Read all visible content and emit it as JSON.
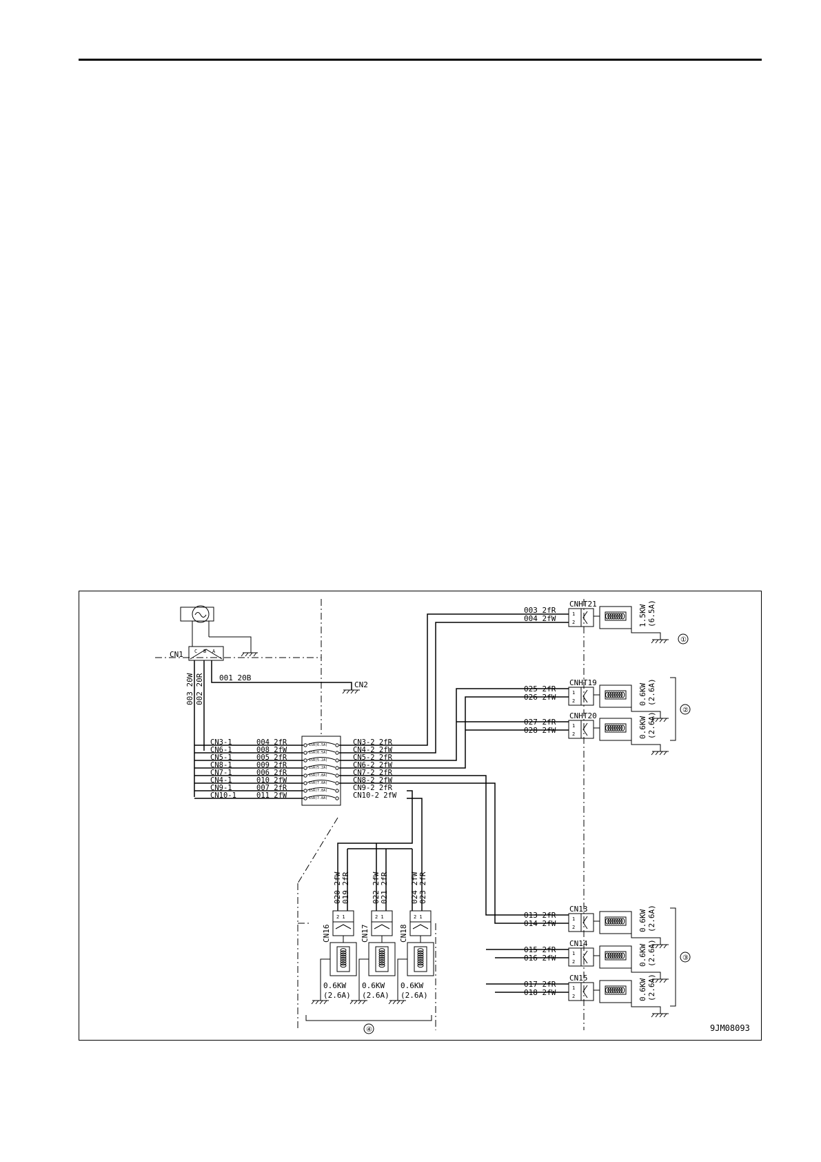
{
  "diagram": {
    "figure_id": "9JM08093",
    "source": {
      "connector": "CN1",
      "pins": [
        "C",
        "B",
        "A"
      ]
    },
    "cn2": {
      "label": "CN2",
      "wire": "001  20B"
    },
    "feed_wires": [
      "003  20W",
      "002  20R"
    ],
    "breakers": [
      {
        "left": "CN3-1",
        "wire_left": "004  2fR",
        "rating": "15A(6.5A)",
        "right": "CN3-2  2fR"
      },
      {
        "left": "CN6-1",
        "wire_left": "008  2fW",
        "rating": "15A(6.5A)",
        "right": "CN4-2  2fW"
      },
      {
        "left": "CN5-1",
        "wire_left": "005  2fR",
        "rating": "15A(5.2A)",
        "right": "CN5-2  2fR"
      },
      {
        "left": "CN8-1",
        "wire_left": "009  2fR",
        "rating": "15A(5.2A)",
        "right": "CN6-2  2fW"
      },
      {
        "left": "CN7-1",
        "wire_left": "006  2fR",
        "rating": "15A(7.8A)",
        "right": "CN7-2  2fR"
      },
      {
        "left": "CN4-1",
        "wire_left": "010  2fW",
        "rating": "15A(7.8A)",
        "right": "CN8-2  2fW"
      },
      {
        "left": "CN9-1",
        "wire_left": "007  2fR",
        "rating": "15A(7.8A)",
        "right": "CN9-2  2fR"
      },
      {
        "left": "CN10-1",
        "wire_left": "011  2fW",
        "rating": "15A(7.8A)",
        "right": "CN10-2  2fW"
      }
    ],
    "right_heaters": [
      {
        "connector": "CNHT21",
        "w1": "003  2fR",
        "w2": "004  2fW",
        "power": "1.5KW",
        "current": "(6.5A)"
      },
      {
        "connector": "CNHT19",
        "w1": "025  2fR",
        "w2": "026  2fW",
        "power": "0.6KW",
        "current": "(2.6A)"
      },
      {
        "connector": "CNHT20",
        "w1": "027  2fR",
        "w2": "028  2fW",
        "power": "0.6KW",
        "current": "(2.6A)"
      },
      {
        "connector": "CN13",
        "w1": "013  2fR",
        "w2": "014  2fW",
        "power": "0.6KW",
        "current": "(2.6A)"
      },
      {
        "connector": "CN14",
        "w1": "015  2fR",
        "w2": "016  2fW",
        "power": "0.6KW",
        "current": "(2.6A)"
      },
      {
        "connector": "CN15",
        "w1": "017  2fR",
        "w2": "018  2fW",
        "power": "0.6KW",
        "current": "(2.6A)"
      }
    ],
    "bottom_heaters": [
      {
        "connector": "CN16",
        "w1": "020  2fW",
        "w2": "019  2fR",
        "power": "0.6KW",
        "current": "(2.6A)"
      },
      {
        "connector": "CN17",
        "w1": "022  2fW",
        "w2": "021  2fR",
        "power": "0.6KW",
        "current": "(2.6A)"
      },
      {
        "connector": "CN18",
        "w1": "024  2fW",
        "w2": "023  2fR",
        "power": "0.6KW",
        "current": "(2.6A)"
      }
    ],
    "group_marks": [
      "①",
      "②",
      "③",
      "④"
    ],
    "pin_labels": [
      "1",
      "2"
    ],
    "pin_labels_top": "2 1"
  }
}
